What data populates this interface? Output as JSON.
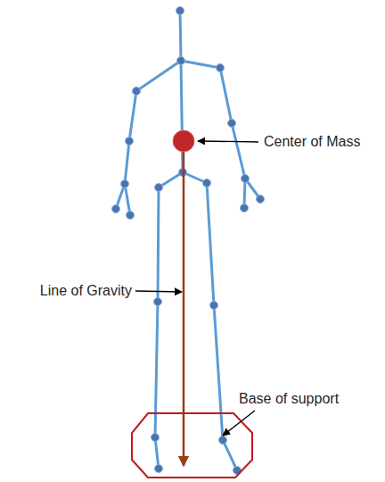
{
  "diagram": {
    "labels": [
      "Center of Mass",
      "Line of Gravity",
      "Base of support"
    ]
  }
}
